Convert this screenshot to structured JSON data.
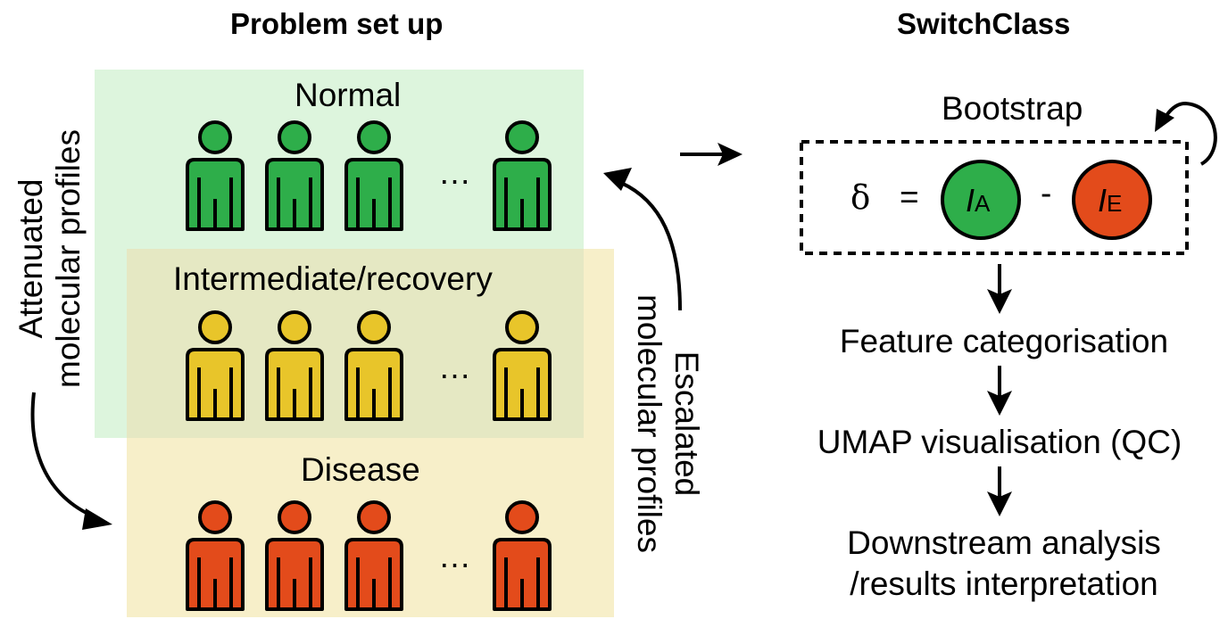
{
  "titles": {
    "problem": "Problem set up",
    "method": "SwitchClass"
  },
  "groups": [
    {
      "label": "Normal",
      "color": "#2eae4a",
      "ellipsis": "…"
    },
    {
      "label": "Intermediate/recovery",
      "color": "#e8c52a",
      "ellipsis": "…"
    },
    {
      "label": "Disease",
      "color": "#e34b1b",
      "ellipsis": "…"
    }
  ],
  "panel_colors": {
    "normal": "#ddf5dd",
    "intermediate": "#f7efc9",
    "overlap": "#e5e8c3"
  },
  "side_labels": {
    "attenuated_line1": "Attenuated",
    "attenuated_line2": "molecular profiles",
    "escalated_line1": "Escalated",
    "escalated_line2": "molecular profiles"
  },
  "pipeline": {
    "bootstrap": "Bootstrap",
    "delta_symbol": "δ",
    "equals": "=",
    "minus": "-",
    "circle_a": {
      "italic": "I",
      "sub": "A",
      "color": "#2eae4a"
    },
    "circle_e": {
      "italic": "I",
      "sub": "E",
      "color": "#e34b1b"
    },
    "steps": [
      "Feature categorisation",
      "UMAP visualisation (QC)",
      "Downstream analysis",
      "/results interpretation"
    ]
  }
}
